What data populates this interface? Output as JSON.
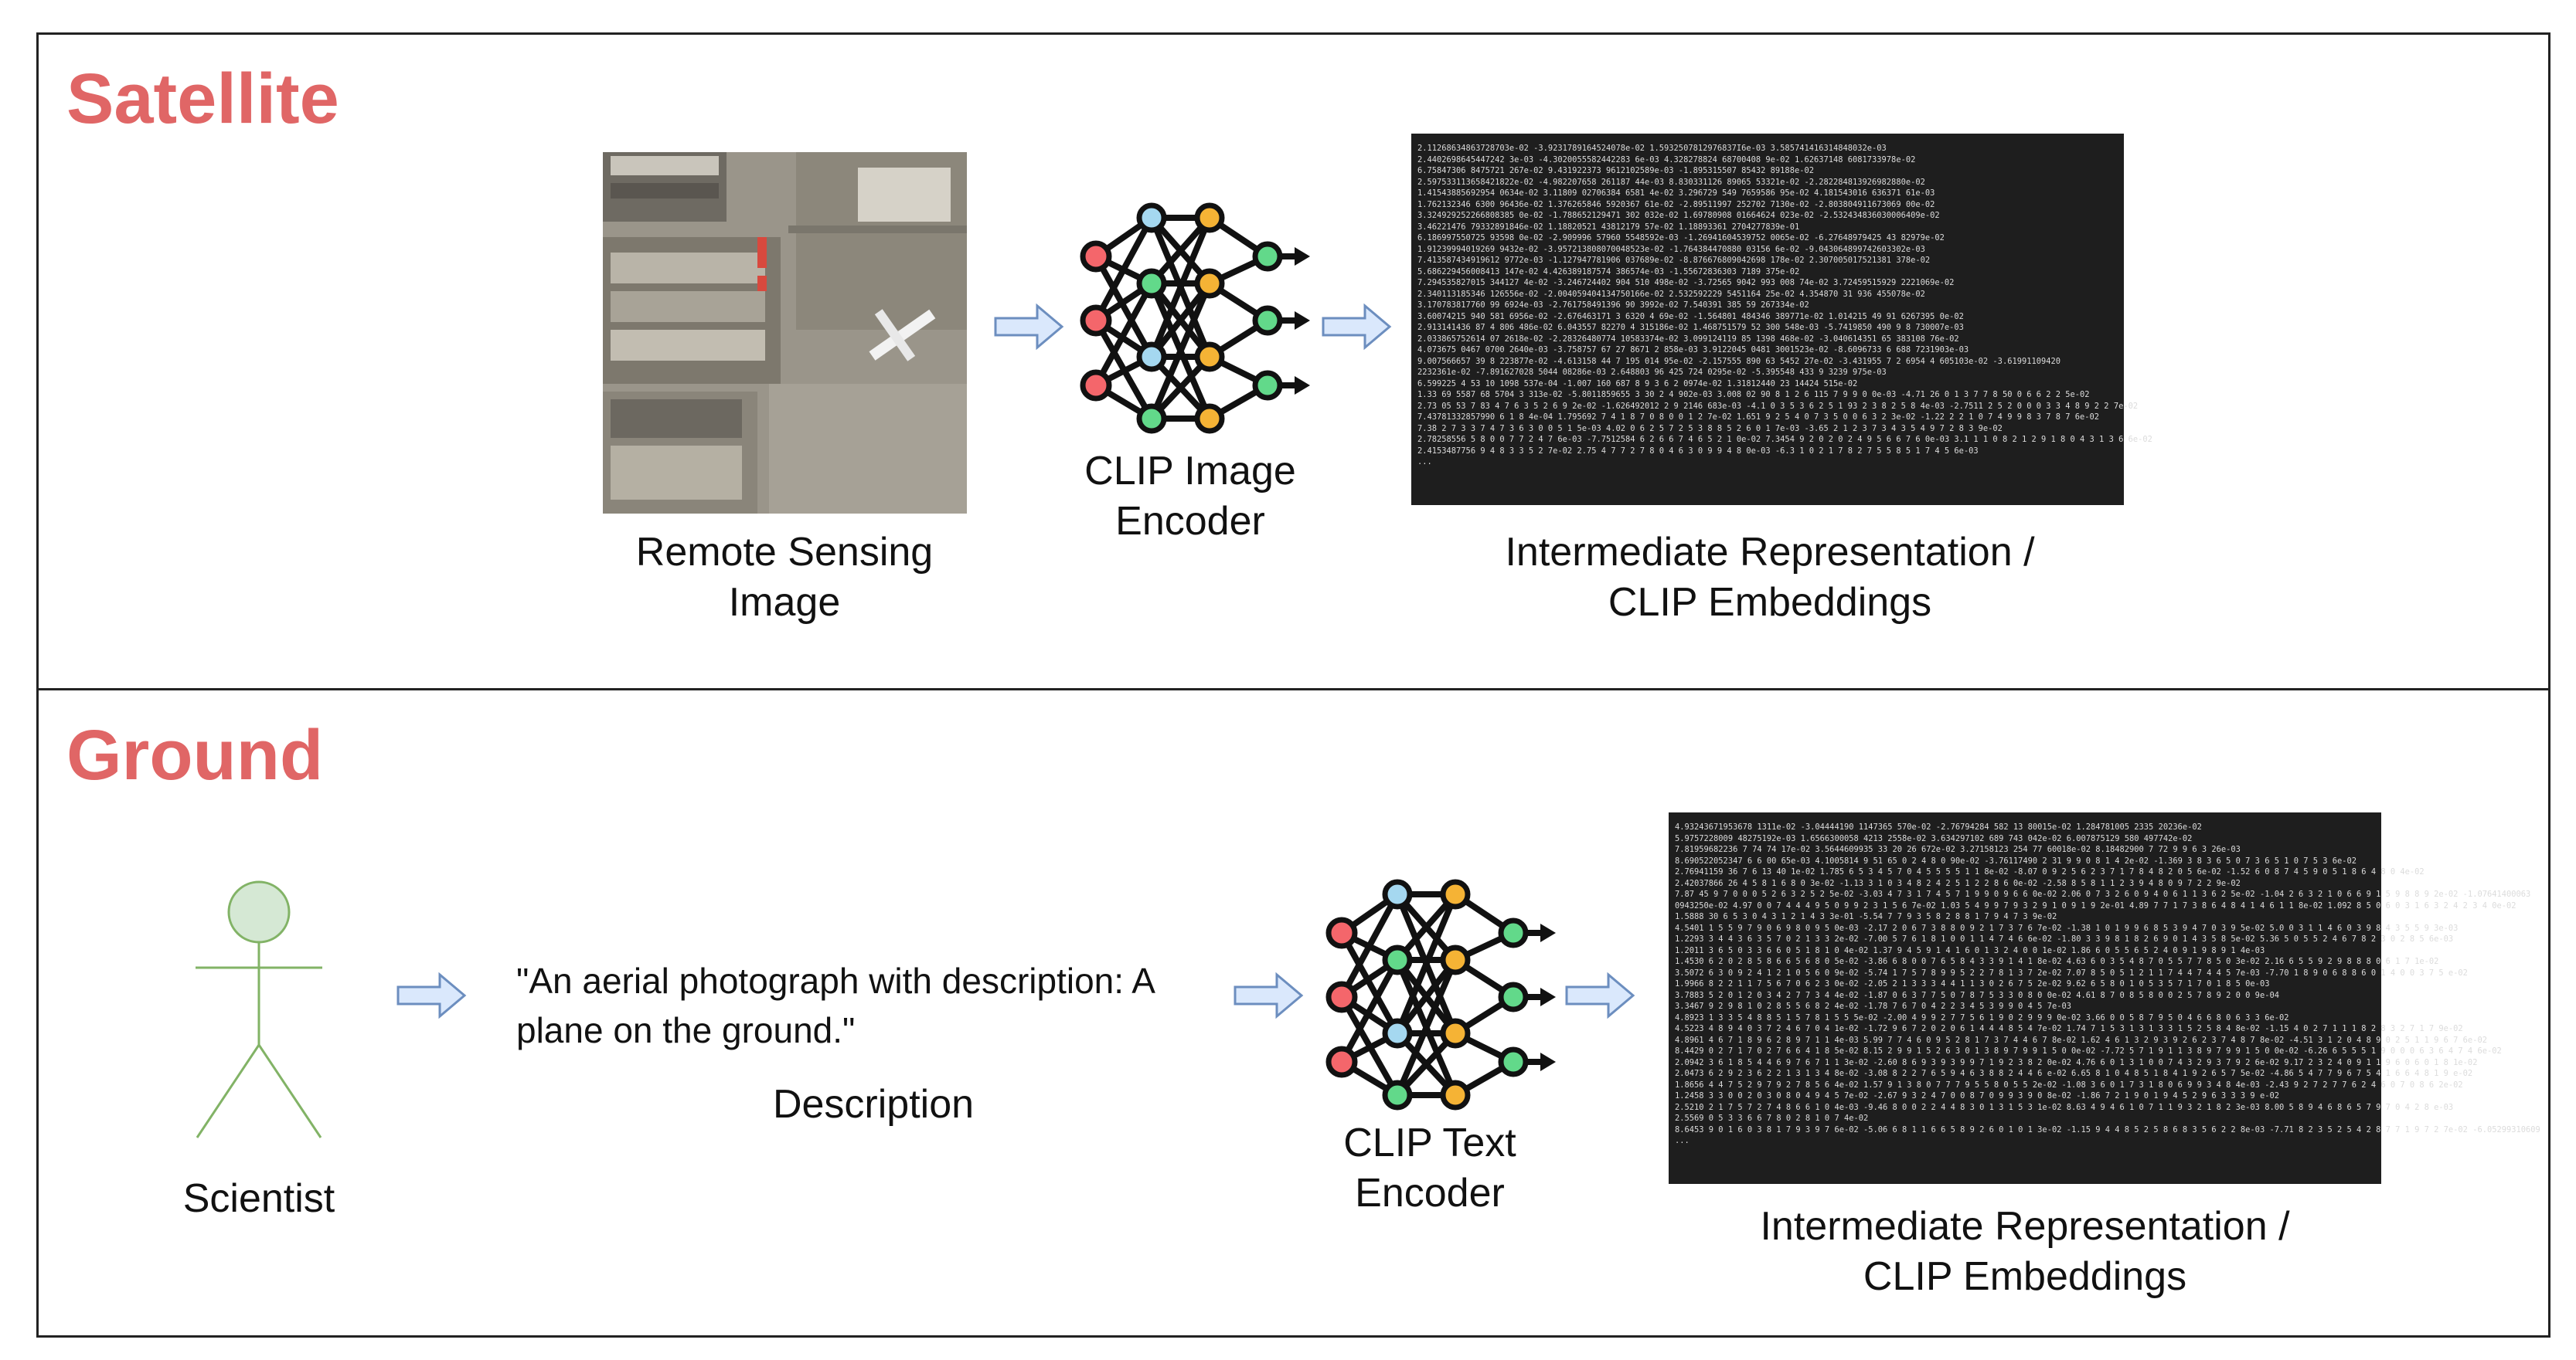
{
  "satellite": {
    "title": "Satellite",
    "image_label": "Remote Sensing\nImage",
    "encoder_label": "CLIP Image\nEncoder",
    "embedding_label": "Intermediate Representation /\nCLIP Embeddings",
    "embedding_lines": [
      "2.11268634863728703e-02 -3.9231789164524078e-02 1.5932507812976837I6e-03 3.585741416314848032e-03",
      "2.4402698645447242 3e-03 -4.3020055582442283 6e-03 4.328278824 68700408 9e-02 1.62637148 6081733978e-02",
      "6.75847306 8475721 267e-02 9.431922373 9612102589e-03 -1.895315507 85432 89188e-02",
      "2.597533113658421822e-02 -4.982207658 261187 44e-03 8.830331126 89065 53321e-02 -2.282284813926982880e-02",
      "1.41543885692954 0634e-02 3.11809 02706384 6581 4e-02 3.296729 549 7659586 95e-02 4.181543016 636371 61e-03",
      "1.762132346 6300 96436e-02 1.376265846 5920367 61e-02 -2.89511997 252702 7130e-02 -2.803804911673069 00e-02",
      "3.324929252266808385 0e-02 -1.788652129471 302 032e-02 1.69780908 01664624 023e-02 -2.532434836030006409e-02",
      "3.46221476 79332891846e-02 1.18820521 43812179 57e-02 1.18893361 2704277839e-01",
      "6.186997550725 93598 0e-02 -2.909996 57960 5548592e-03 -1.26941604539752 0065e-02 -6.27648979425 43 82979e-02",
      "1.91239994019269 9432e-02 -3.957213808070048523e-02 -1.764384470880 03156 6e-02 -9.043064899742603302e-03",
      "7.413587434919612 9772e-03 -1.127947781906 037689e-02 -8.876676809042698 178e-02 2.307005017521381 378e-02",
      "5.686229456008413 147e-02 4.426389187574 386574e-03 -1.55672836303 7189 375e-02",
      "7.294535827015 344127 4e-02 -3.246724402 904 510 498e-02 -3.72565 9042 993 008 74e-02 3.72459515929 2221069e-02",
      "2.340113185346 126556e-02 -2.004059404134750166e-02 2.532592229 5451164 25e-02 4.354870 31 936 455078e-02",
      "3.170783817760 99 6924e-03 -2.761758491396 90 3992e-02 7.540391 385 59 267334e-02",
      "3.60074215 940 581 6956e-02 -2.676463171 3 6320 4 69e-02 -1.564801 484346 389771e-02 1.014215 49 91 6267395 0e-02",
      "2.913141436 87 4 806 486e-02 6.043557 82270 4 315186e-02 1.468751579 52 300 548e-03 -5.7419850 490 9 8 730007e-03",
      "2.033865752614 07 2618e-02 -2.28326480774 10583374e-02 3.099124119 85 1398 468e-02 -3.040614351 65 383108 76e-02",
      "4.073675 0467 0700 2640e-03 -3.758757 67 27 8671 2 858e-03 3.9122045 0481 3001523e-02 -8.6096733 6 688 7231903e-03",
      "9.007566657 39 8 223877e-02 -4.613158 44 7 195 014 95e-02 -2.157555 890 63 5452 27e-02 -3.431955 7 2 6954 4 605103e-02 -3.61991109420",
      "2232361e-02 -7.891627028 5044 08286e-03 2.648803 96 425 724 0295e-02 -5.395548 433 9 3239 975e-03",
      "6.599225 4 53 10 1098 537e-04 -1.007 160 687 8 9 3 6 2 0974e-02 1.31812440 23 14424 515e-02",
      "1.33 69 5587 68 5704 3 313e-02 -5.8011859655 3 30 2 4 902e-03 3.008 02 90 8 1 2 6 115 7 9 9 0 0e-03 -4.71 26 0 1 3 7 7 8 50 0 6 6 2 2 5e-02",
      "2.73 05 53 7 83 4 7 6 3 5 2 6 9 2e-02 -1.626492012 2 9 2146 683e-03 -4.1 0 3 5 3 6 2 5 1 93 2 3 8 2 5 8 4e-03 -2.7511 2 5 2 0 0 0 3 3 4 8 9 2 2 7e-02",
      "7.43781332857990 6 1 8 4e-04 1.795692 7 4 1 8 7 0 8 0 0 1 2 7e-02 1.651 9 2 5 4 0 7 3 5 0 0 6 3 2 3e-02 -1.22 2 2 1 0 7 4 9 9 8 3 7 8 7 6e-02",
      "7.38 2 7 3 3 7 4 7 3 6 3 0 0 5 1 5e-03 4.02 0 6 2 5 7 2 5 3 8 8 5 2 6 0 1 7e-03 -3.65 2 1 2 3 7 3 4 3 5 4 9 7 2 8 3 9e-02",
      "2.78258556 5 8 0 0 7 7 2 4 7 6e-03 -7.7512584 6 2 6 6 7 4 6 5 2 1 0e-02 7.3454 9 2 0 2 0 2 4 9 5 6 6 7 6 0e-03 3.1 1 1 0 8 2 1 2 9 1 8 0 4 3 1 3 6 6e-02",
      "2.4153487756 9 4 8 3 3 5 2 7e-02 2.75 4 7 7 2 7 8 0 4 6 3 0 9 9 4 8 0e-03 -6.3 1 0 2 1 7 8 2 7 5 5 8 5 1 7 4 5 6e-03",
      "..."
    ]
  },
  "ground": {
    "title": "Ground",
    "actor_label": "Scientist",
    "description_quote": "\"An aerial photograph with description: A\nplane on the ground.\"",
    "description_label": "Description",
    "encoder_label": "CLIP Text\nEncoder",
    "embedding_label": "Intermediate Representation /\nCLIP Embeddings",
    "embedding_lines": [
      "4.93243671953678 1311e-02 -3.04444190 1147365 570e-02 -2.76794284 582 13 80015e-02 1.284781005 2335 20236e-02",
      "5.9757228009 48275192e-03 1.6566300058 4213 2558e-02 3.634297102 689 743 042e-02 6.007875129 580 497742e-02",
      "7.81959682236 7 74 74 17e-02 3.5644609935 33 20 26 672e-02 3.27158123 254 77 60018e-02 8.18482900 7 72 9 9 6 3 26e-03",
      "8.690522052347 6 6 00 65e-03 4.1005814 9 51 65 0 2 4 8 0 90e-02 -3.76117490 2 31 9 9 0 8 1 4 2e-02 -1.369 3 8 3 6 5 0 7 3 6 5 1 0 7 5 3 6e-02",
      "2.76941159 36 7 6 13 40 1e-02 1.785 6 5 3 4 5 7 0 4 5 5 5 5 1 1 8e-02 -8.07 0 9 2 5 6 2 3 7 1 7 8 4 8 2 0 5 6e-02 -1.52 6 0 8 7 4 5 9 0 5 1 8 6 4 8 0 4e-02",
      "2.42037866 26 4 5 8 1 6 8 0 3e-02 -1.13 3 1 0 3 4 8 2 4 2 5 1 2 2 8 6 0e-02 -2.58 8 5 8 1 1 2 3 9 4 8 0 9 7 2 2 9e-02",
      "7.87 45 9 7 0 0 0 5 2 6 3 2 5 2 5e-02 -3.03 4 7 3 1 7 4 5 7 1 9 9 0 9 6 6 0e-02 2.06 0 7 3 2 6 0 9 4 0 6 1 1 3 6 2 5e-02 -1.04 2 6 3 2 1 0 6 6 9 1 5 9 8 8 9 2e-02 -1.07641400063",
      "0943250e-02 4.97 0 0 7 4 4 4 9 5 0 9 9 2 3 1 5 6 7e-02 1.03 5 4 9 9 7 9 3 2 9 1 0 9 1 9 2e-01 4.89 7 7 1 7 3 8 6 4 8 4 1 4 6 1 1 8e-02 1.092 8 5 0 6 0 3 1 6 3 2 4 2 3 4 0e-02",
      "1.5888 30 6 5 3 0 4 3 1 2 1 4 3 3e-01 -5.54 7 7 9 3 5 8 2 8 8 1 7 9 4 7 3 9e-02",
      "4.5401 1 5 5 9 7 9 0 6 9 8 0 9 5 0e-03 -2.17 2 0 6 7 3 8 8 0 9 2 1 7 3 7 6 7e-02 -1.38 1 0 1 9 9 6 8 5 3 9 4 7 0 3 9 5e-02 5.0 0 3 1 1 4 6 0 3 9 8 4 3 5 5 9 3e-03",
      "1.2293 3 4 4 3 6 3 5 7 0 2 1 3 3 2e-02 -7.00 5 7 6 1 8 1 0 0 1 1 4 7 4 6 6e-02 -1.80 3 3 9 8 1 8 2 6 9 0 1 4 3 5 8 5e-02 5.36 5 0 5 5 2 4 6 7 8 2 3 0 2 8 5 6e-03",
      "1.2011 3 6 5 0 3 3 6 6 0 5 1 8 1 0 4e-02 1.37 9 4 5 9 1 4 1 6 0 1 3 2 4 0 0 1e-02 1.86 6 0 5 5 6 5 2 4 0 9 1 9 8 9 1 4e-03",
      "1.4530 6 2 0 2 8 5 8 6 6 5 6 8 0 5e-02 -3.86 6 8 0 0 7 6 5 8 4 3 3 9 1 4 1 8e-02 4.63 6 0 3 5 4 8 7 0 5 5 7 7 8 5 0 3e-02 2.16 6 5 5 9 2 9 8 8 8 0 6 1 7 1e-02",
      "3.5072 6 3 0 9 2 4 1 2 1 0 5 6 0 9e-02 -5.74 1 7 5 7 8 9 9 5 2 2 7 8 1 3 7 2e-02 7.07 8 5 0 5 1 2 1 1 7 4 4 7 4 4 5 7e-03 -7.70 1 8 9 0 6 8 8 6 0 1 4 0 0 3 7 5 e-02",
      "1.9966 8 2 2 1 1 7 5 6 7 0 6 2 3 0e-02 -2.05 2 1 3 3 3 4 4 1 1 3 0 2 6 7 5 2e-02 9.62 6 5 8 0 1 0 5 3 5 7 1 7 0 1 8 5 0e-03",
      "3.7883 5 2 0 1 2 0 3 4 2 7 7 3 4 4e-02 -1.87 0 6 3 7 7 5 0 7 8 7 5 3 3 0 8 0 0e-02 4.61 8 7 0 8 5 8 0 0 2 5 7 8 9 2 0 0 9e-04",
      "3.3467 9 2 9 8 1 0 2 8 5 5 6 8 2 4e-02 -1.78 7 6 7 0 4 2 2 3 4 5 3 9 9 0 4 5 7e-03",
      "4.8923 1 3 3 5 4 8 8 5 1 5 7 8 1 5 5 5e-02 -2.00 4 9 9 2 7 7 5 6 1 9 0 2 9 9 9 0e-02 3.66 0 0 5 8 7 9 5 0 4 6 6 8 0 6 3 3 6e-02",
      "4.5223 4 8 9 4 0 3 7 2 4 6 7 0 4 1e-02 -1.72 9 6 7 2 0 2 0 6 1 4 4 4 8 5 4 7e-02 1.74 7 1 5 3 1 3 1 3 3 1 5 2 5 8 4 8e-02 -1.15 4 0 2 7 1 1 1 8 2 8 3 2 7 1 7 9e-02",
      "4.8961 4 6 7 1 8 9 6 2 8 9 7 1 1 4e-03 5.99 7 7 4 6 0 9 5 2 8 1 7 3 7 4 4 6 7 8e-02 1.62 4 6 1 3 2 9 3 9 2 6 2 3 7 4 8 7 8e-02 -4.51 3 1 2 0 4 8 9 0 2 5 1 1 9 6 7 6e-02",
      "8.4429 0 2 7 1 7 0 2 7 6 6 4 1 8 5e-02 8.15 2 9 9 1 5 2 6 3 0 1 3 8 9 7 9 9 1 5 0 0e-02 -7.72 5 7 1 9 1 1 3 8 9 7 9 9 1 5 0 0e-02 -6.26 6 5 5 5 1 9 0 0 0 6 3 6 4 7 4 6e-02",
      "2.0942 3 6 1 8 5 4 4 6 9 7 6 7 1 1 3e-02 -2.60 8 6 9 3 9 3 9 9 7 1 9 2 3 8 2 0e-02 4.76 6 0 1 3 1 0 0 7 4 3 2 9 3 7 9 2 6e-02 9.17 2 3 2 4 0 9 1 1 9 6 0 6 0 1 8 1e-02",
      "2.0473 6 2 9 2 3 6 2 2 1 3 1 3 4 8e-02 -3.08 8 2 2 7 6 5 9 4 6 3 8 8 2 4 4 6 e-02 6.65 8 1 0 4 8 5 1 8 4 1 9 2 6 5 7 5e-02 -4.86 5 4 7 7 9 6 7 5 4 1 6 6 4 8 1 9 e-02",
      "1.8656 4 4 7 5 2 9 7 9 2 7 8 5 6 4e-02 1.57 9 1 3 8 0 7 7 7 9 5 5 8 0 5 5 2e-02 -1.08 3 6 0 1 7 3 1 8 0 6 9 9 3 4 8 4e-03 -2.43 9 2 7 2 7 7 6 2 4 6 0 7 0 8 6 2e-02",
      "1.2458 3 3 0 0 2 0 3 0 8 0 4 9 4 5 7e-02 -2.67 9 3 2 4 7 0 0 8 7 0 9 9 3 9 0 8e-02 -1.86 7 2 1 9 0 1 9 4 5 2 9 6 3 3 3 9 e-02",
      "2.5210 2 1 7 5 7 2 7 4 8 6 6 1 0 4e-03 -9.46 8 0 0 2 2 4 4 8 3 0 1 3 1 5 3 1e-02 8.63 4 9 4 6 1 0 7 1 1 9 3 2 1 8 2 3e-03 8.00 5 8 9 4 6 8 6 5 7 9 7 0 4 2 8 e-03",
      "2.5569 0 5 3 3 6 6 7 8 0 2 8 1 0 7 4e-02",
      "8.6453 9 0 1 6 0 3 8 1 7 9 3 9 7 6e-02 -5.06 6 8 1 1 6 6 5 8 9 2 6 0 1 0 1 3e-02 -1.15 9 4 4 8 5 2 5 8 6 8 3 5 6 2 2 8e-03 -7.71 8 2 3 5 2 5 4 2 8 7 7 1 9 7 2 7e-02 -6.05299310609",
      "..."
    ]
  },
  "colors": {
    "title_red": "#e06666",
    "arrow_fill": "#dae8fc",
    "arrow_stroke": "#6c8ebf",
    "node_red": "#f4666b",
    "node_orange": "#f5b335",
    "node_green": "#62d98a",
    "node_blue": "#a5d8f0",
    "actor_fill": "#d5e8d4",
    "actor_stroke": "#82b366",
    "embed_bg": "#1e1e1e"
  }
}
